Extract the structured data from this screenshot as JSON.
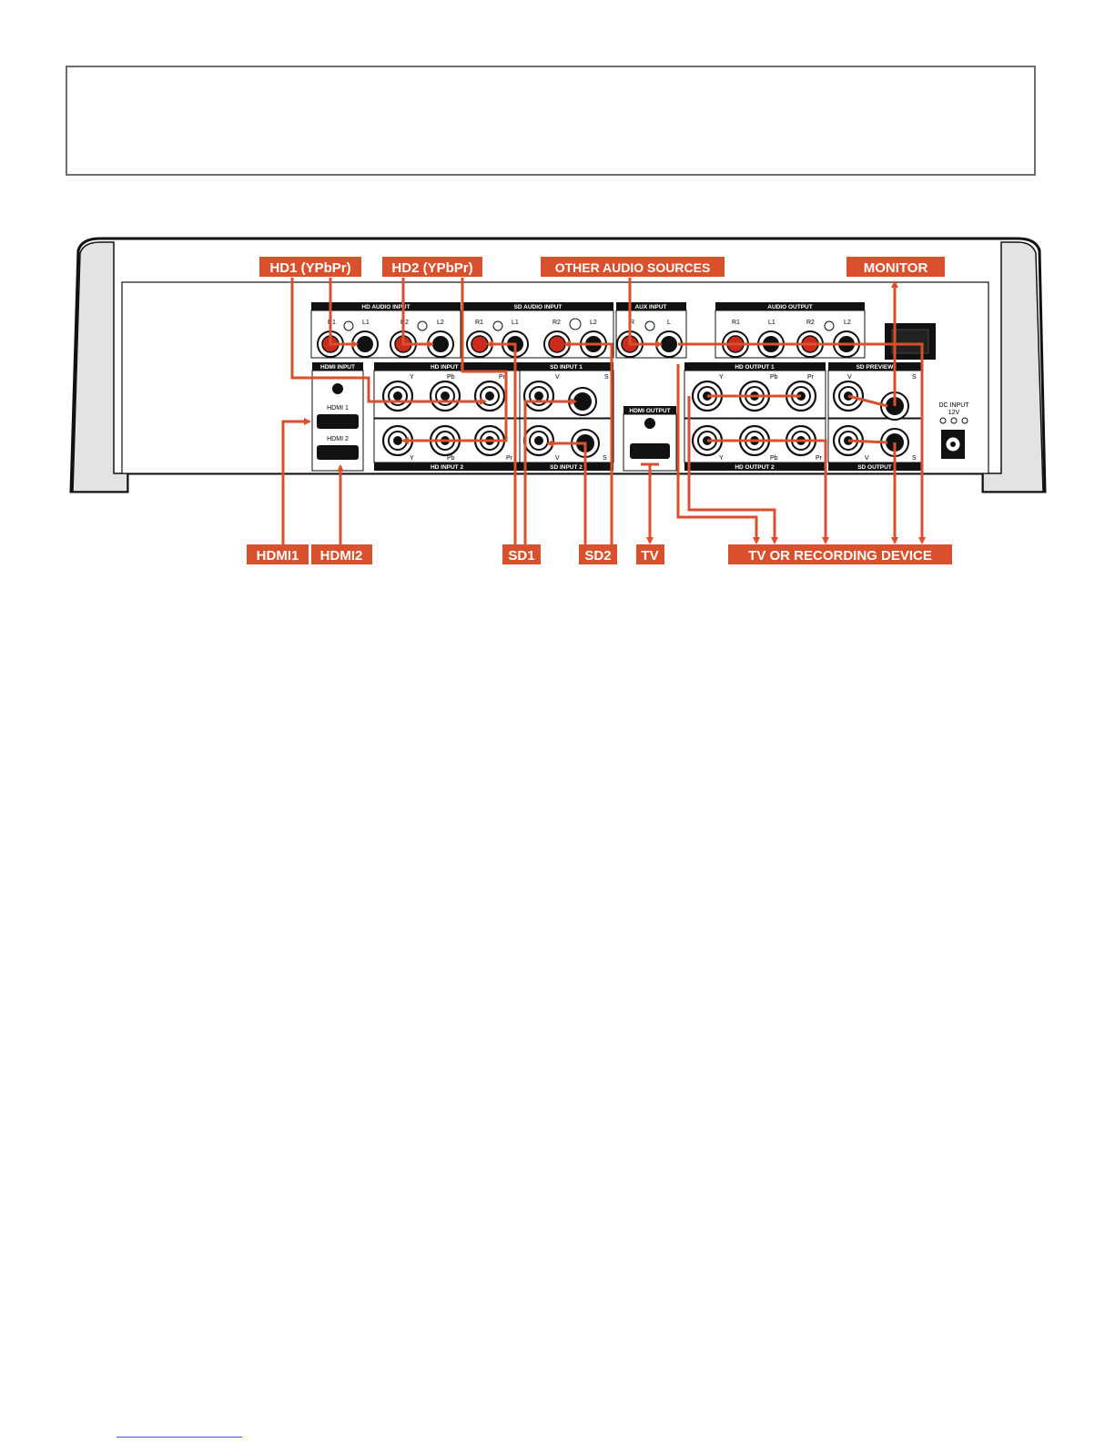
{
  "colors": {
    "accent": "#d9512c",
    "line": "#222222",
    "port_red": "#cc2a1d",
    "port_black": "#111111"
  },
  "callouts": {
    "hd1": "HD1 (YPbPr)",
    "hd2": "HD2 (YPbPr)",
    "other_audio": "OTHER AUDIO SOURCES",
    "monitor": "MONITOR",
    "hdmi1": "HDMI1",
    "hdmi2": "HDMI2",
    "sd1": "SD1",
    "sd2": "SD2",
    "tv": "TV",
    "tv_recording": "TV OR RECORDING DEVICE"
  },
  "panel": {
    "hd_audio_input": "HD AUDIO INPUT",
    "sd_audio_input": "SD AUDIO INPUT",
    "aux_input": "AUX INPUT",
    "audio_output": "AUDIO OUTPUT",
    "hdmi_input": "HDMI INPUT",
    "hd_input_1": "HD INPUT 1",
    "sd_input_1": "SD INPUT 1",
    "hd_input_2": "HD INPUT 2",
    "sd_input_2": "SD INPUT 2",
    "hdmi_output": "HDMI OUTPUT",
    "hd_output_1": "HD OUTPUT 1",
    "sd_preview": "SD PREVIEW",
    "hd_output_2": "HD OUTPUT 2",
    "sd_output": "SD OUTPUT",
    "hdmi_1": "HDMI 1",
    "hdmi_2": "HDMI 2",
    "dc_input": "DC INPUT",
    "dc_volts": "12V",
    "port_r1": "R1",
    "port_l1": "L1",
    "port_r2": "R2",
    "port_l2": "L2",
    "port_r": "R",
    "port_l": "L",
    "port_y": "Y",
    "port_pb": "Pb",
    "port_pr": "Pr",
    "port_v": "V",
    "port_s": "S"
  }
}
